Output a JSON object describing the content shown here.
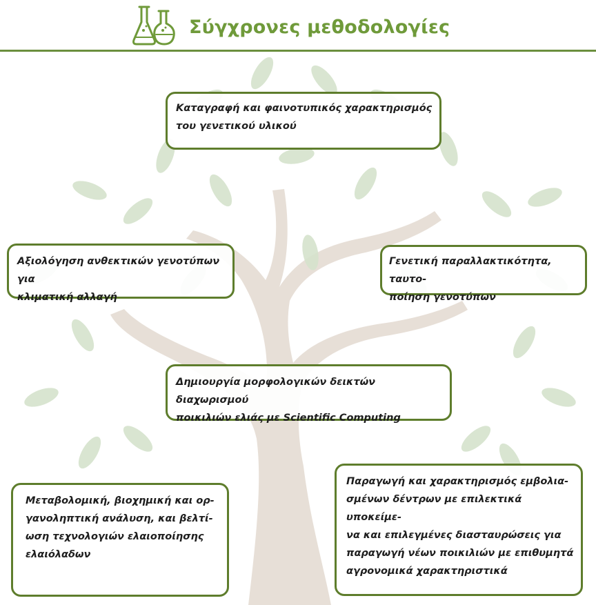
{
  "header": {
    "title": "Σύγχρονες μεθοδολογίες",
    "icon": "lab-flasks-icon",
    "accent_color": "#6f9a3a",
    "rule_color": "#6b8f3e"
  },
  "background": {
    "image": "olive-tree-watermark",
    "leaf_color": "#d6e4cd",
    "trunk_color": "#e2d8cf"
  },
  "boxes": [
    {
      "text": "Καταγραφή και φαινοτυπικός χαρακτηρισμός\nτου γενετικού υλικού"
    },
    {
      "text": "Αξιολόγηση ανθεκτικών γενοτύπων για\nκλιματική αλλαγή"
    },
    {
      "text": "Γενετική παραλλακτικότητα, ταυτο-\nποίηση γενοτύπων"
    },
    {
      "text": "Δημιουργία μορφολογικών δεικτών διαχωρισμού\nποικιλιών ελιάς με Scientific Computing"
    },
    {
      "text": "Μεταβολομική, βιοχημική και ορ-\nγανοληπτική ανάλυση, και βελτί-\nωση τεχνολογιών ελαιοποίησης\nελαιόλαδων"
    },
    {
      "text": "Παραγωγή και χαρακτηρισμός εμβολια-\nσμένων δέντρων με επιλεκτικά υποκείμε-\nνα και επιλεγμένες διασταυρώσεις για\nπαραγωγή νέων ποικιλιών με επιθυμητά\nαγρονομικά χαρακτηριστικά"
    }
  ]
}
